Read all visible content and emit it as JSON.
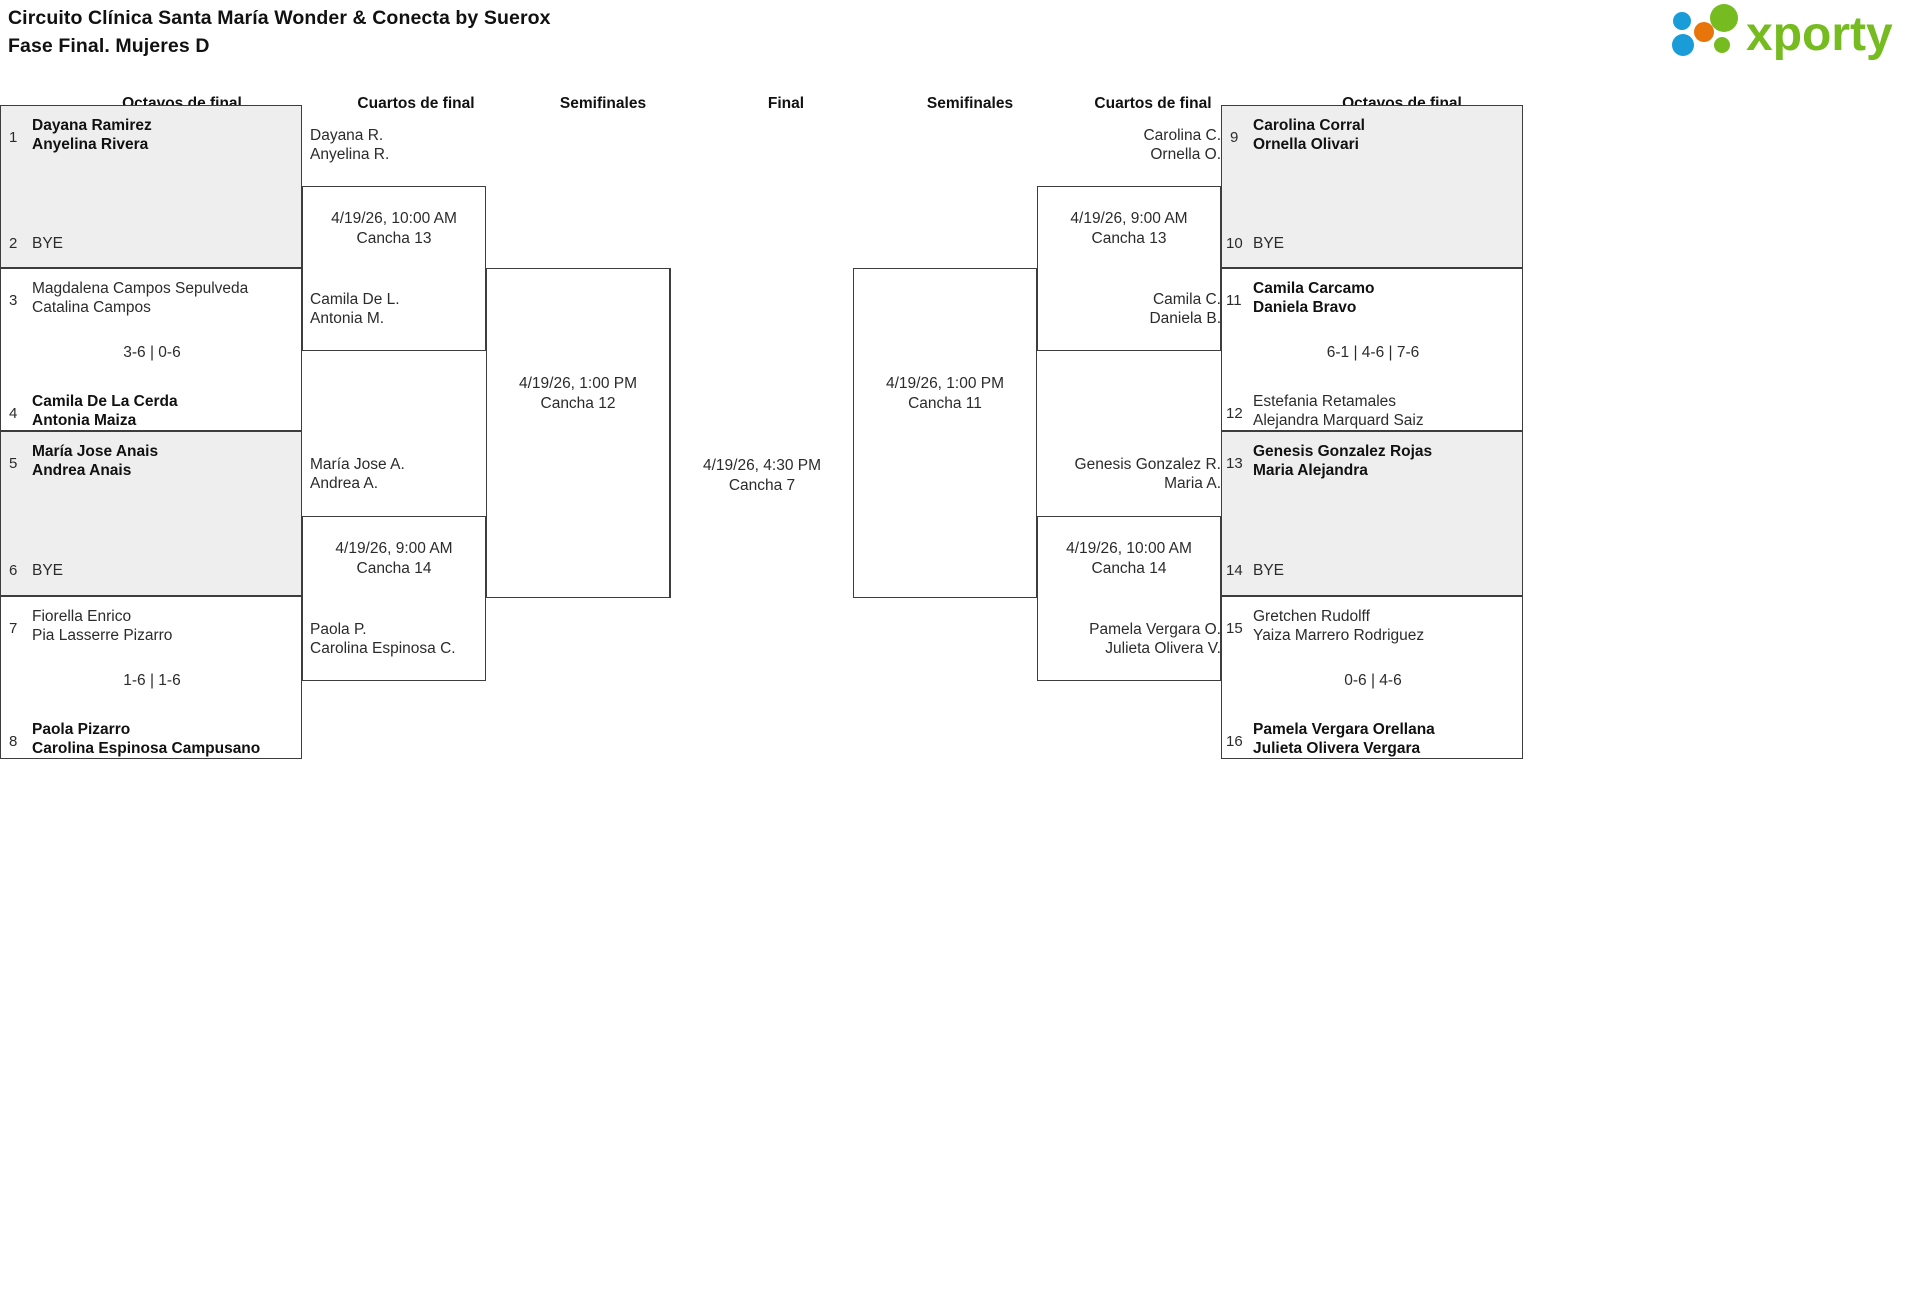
{
  "header": {
    "title_line1": "Circuito Clínica Santa María Wonder & Conecta by Suerox",
    "title_line2": "Fase Final. Mujeres D",
    "logo_text": "xporty",
    "logo_colors": {
      "blue": "#1a9cd8",
      "orange": "#e8740c",
      "green": "#76bc21"
    }
  },
  "round_headers": {
    "left_r16": "Octavos de final",
    "left_qf": "Cuartos de final",
    "left_sf": "Semifinales",
    "final": "Final",
    "right_sf": "Semifinales",
    "right_qf": "Cuartos de final",
    "right_r16": "Octavos de final"
  },
  "left": {
    "r16": [
      {
        "seed_top": "1",
        "top_line1": "Dayana Ramirez",
        "top_line2": "Anyelina Rivera",
        "top_winner": true,
        "seed_bottom": "2",
        "bottom_bye": "BYE",
        "score": "",
        "shaded": true
      },
      {
        "seed_top": "3",
        "top_line1": "Magdalena Campos Sepulveda",
        "top_line2": "Catalina Campos",
        "top_winner": false,
        "seed_bottom": "4",
        "bottom_line1": "Camila De La Cerda",
        "bottom_line2": "Antonia Maiza",
        "bottom_winner": true,
        "score": "3-6 | 0-6",
        "shaded": false
      },
      {
        "seed_top": "5",
        "top_line1": "María Jose Anais",
        "top_line2": "Andrea Anais",
        "top_winner": true,
        "seed_bottom": "6",
        "bottom_bye": "BYE",
        "score": "",
        "shaded": true
      },
      {
        "seed_top": "7",
        "top_line1": "Fiorella Enrico",
        "top_line2": "Pia Lasserre Pizarro",
        "top_winner": false,
        "seed_bottom": "8",
        "bottom_line1": "Paola Pizarro",
        "bottom_line2": "Carolina Espinosa Campusano",
        "bottom_winner": true,
        "score": "1-6 | 1-6",
        "shaded": false
      }
    ],
    "qf": [
      {
        "top_line1": "Dayana R.",
        "top_line2": "Anyelina R.",
        "bottom_line1": "Camila De L.",
        "bottom_line2": "Antonia M.",
        "date": "4/19/26, 10:00 AM",
        "court": "Cancha 13"
      },
      {
        "top_line1": "María Jose A.",
        "top_line2": "Andrea A.",
        "bottom_line1": "Paola P.",
        "bottom_line2": "Carolina Espinosa C.",
        "date": "4/19/26, 9:00 AM",
        "court": "Cancha 14"
      }
    ],
    "sf": [
      {
        "date": "4/19/26, 1:00 PM",
        "court": "Cancha 12"
      }
    ]
  },
  "final": {
    "date": "4/19/26, 4:30 PM",
    "court": "Cancha 7"
  },
  "right": {
    "sf": [
      {
        "date": "4/19/26, 1:00 PM",
        "court": "Cancha 11"
      }
    ],
    "qf": [
      {
        "top_line1": "Carolina C.",
        "top_line2": "Ornella O.",
        "bottom_line1": "Camila C.",
        "bottom_line2": "Daniela B.",
        "date": "4/19/26, 9:00 AM",
        "court": "Cancha 13"
      },
      {
        "top_line1": "Genesis Gonzalez R.",
        "top_line2": "Maria A.",
        "bottom_line1": "Pamela Vergara O.",
        "bottom_line2": "Julieta Olivera V.",
        "date": "4/19/26, 10:00 AM",
        "court": "Cancha 14"
      }
    ],
    "r16": [
      {
        "seed_top": "9",
        "top_line1": "Carolina Corral",
        "top_line2": "Ornella Olivari",
        "top_winner": true,
        "seed_bottom": "10",
        "bottom_bye": "BYE",
        "score": "",
        "shaded": true
      },
      {
        "seed_top": "11",
        "top_line1": "Camila Carcamo",
        "top_line2": "Daniela Bravo",
        "top_winner": true,
        "seed_bottom": "12",
        "bottom_line1": "Estefania Retamales",
        "bottom_line2": "Alejandra Marquard Saiz",
        "bottom_winner": false,
        "score": "6-1 | 4-6 | 7-6",
        "shaded": false
      },
      {
        "seed_top": "13",
        "top_line1": "Genesis Gonzalez Rojas",
        "top_line2": "Maria Alejandra",
        "top_winner": true,
        "seed_bottom": "14",
        "bottom_bye": "BYE",
        "score": "",
        "shaded": true
      },
      {
        "seed_top": "15",
        "top_line1": "Gretchen Rudolff",
        "top_line2": "Yaiza Marrero Rodriguez",
        "top_winner": false,
        "seed_bottom": "16",
        "bottom_line1": "Pamela Vergara Orellana",
        "bottom_line2": "Julieta Olivera Vergara",
        "bottom_winner": true,
        "score": "0-6 | 4-6",
        "shaded": false
      }
    ]
  }
}
